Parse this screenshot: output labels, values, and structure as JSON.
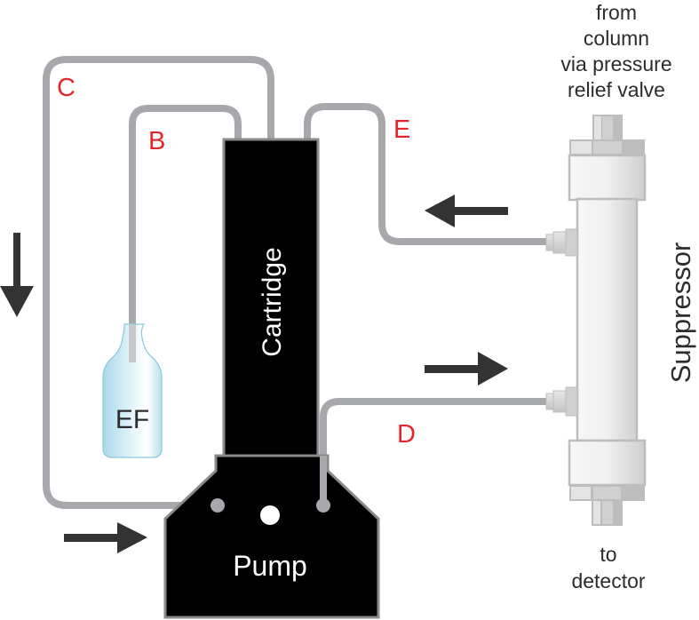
{
  "diagram": {
    "title": "Eluent generation cartridge flow path",
    "components": {
      "cartridge": {
        "label": "Cartridge"
      },
      "pump": {
        "label": "Pump"
      },
      "bottle": {
        "label": "EF"
      },
      "suppressor": {
        "label": "Suppressor"
      }
    },
    "tube_labels": {
      "b": "B",
      "c": "C",
      "d": "D",
      "e": "E"
    },
    "annotations": {
      "top_lines": [
        "from",
        "column",
        "via pressure",
        "relief valve"
      ],
      "bottom_lines": [
        "to",
        "detector"
      ]
    },
    "arrows": [
      {
        "name": "c-flow-down",
        "direction": "down"
      },
      {
        "name": "pump-inlet-right",
        "direction": "right"
      },
      {
        "name": "e-flow-left",
        "direction": "left"
      },
      {
        "name": "d-flow-right",
        "direction": "right"
      }
    ],
    "colors": {
      "tube": "#a7a8ab",
      "label_red": "#e3262d",
      "component_black": "#000000",
      "text_dark": "#2c2c2c"
    }
  }
}
